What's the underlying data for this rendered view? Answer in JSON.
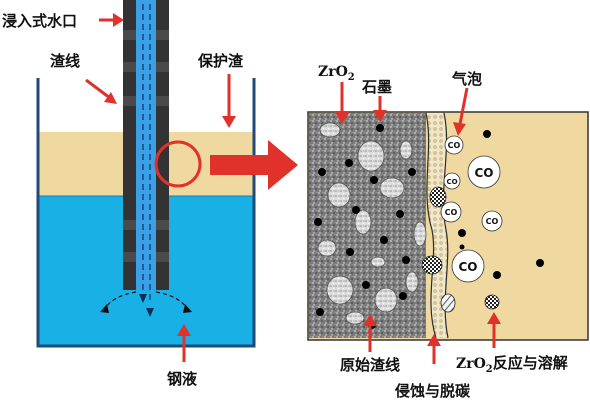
{
  "labels": {
    "nozzle": "浸入式水口",
    "slag_line": "渣线",
    "protective_slag": "保护渣",
    "molten_steel": "钢液",
    "zro2_prefix": "ZrO",
    "zro2_sub": "2",
    "graphite": "石墨",
    "bubble": "气泡",
    "original_slag_line": "原始渣线",
    "erosion": "侵蚀与脱碳",
    "reaction_prefix": "ZrO",
    "reaction_sub": "2",
    "reaction_suffix": "反应与溶解"
  },
  "co_labels": [
    "CO",
    "CO",
    "CO",
    "CO",
    "CO",
    "CO"
  ],
  "colors": {
    "slag": "#f0d9a0",
    "steel": "#19b0e6",
    "nozzle_dark": "#333333",
    "bore": "#3aa0e8",
    "arrow_red": "#e0322a",
    "refractory": "#8a8a8a",
    "decarb": "#efe6cc"
  }
}
